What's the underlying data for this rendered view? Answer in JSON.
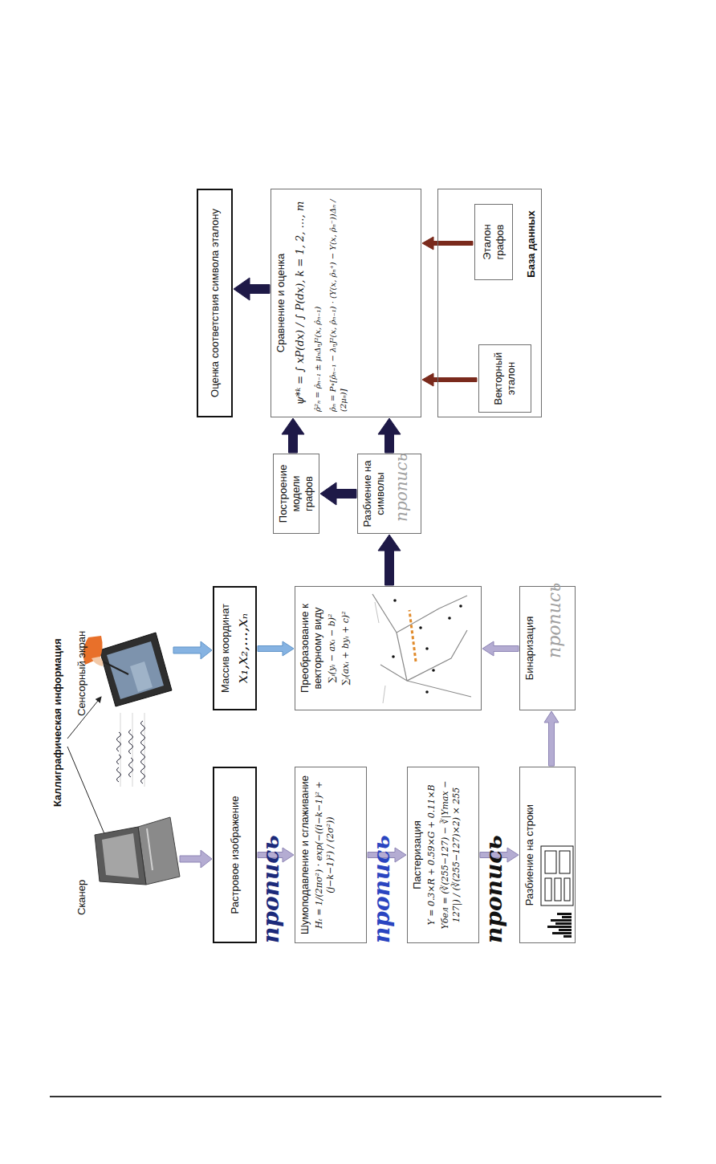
{
  "diagram": {
    "title": "Каллиграфическая информация",
    "nodes": [
      {
        "text": [
          "Растровое изображение"
        ]
      },
      {
        "text": [
          "Массив координат",
          "x₁,x₂,…,xₙ"
        ]
      },
      {
        "text": [
          "Шумоподавление и сглаживание",
          "Hₜ = 1/(2πσ²) · exp(−((i−k−1)² + (j−k−1)²) / (2σ²))"
        ]
      },
      {
        "text": [
          "Преобразование к векторному виду",
          "∑ᵢ(yᵢ − axᵢ − b)²",
          "∑ᵢ(axᵢ + byᵢ + c)²"
        ]
      },
      {
        "text": [
          "Пастеризация",
          "Y = 0.3×R + 0.59×G + 0.11×B",
          "Yбел = (∛(255−127) − ∛|Ymax − 127|) / (∛(255−127)×2) × 255"
        ]
      },
      {
        "text": [
          "Разбиение на строки"
        ]
      },
      {
        "text": [
          "Бинаризация"
        ]
      },
      {
        "text": [
          "Построение модели графов"
        ]
      },
      {
        "text": [
          "Разбиение на символы"
        ]
      },
      {
        "text": [
          "Сравнение и оценка",
          "ψ*ᵏ = ∫ xP(dx) / ∫ P(dx), k = 1, 2, …, m",
          "ρ̂²ₙ = ρ̂ₙ₋₁ ± μₙΔₙJ²(x, ρ̂ₙ₋₁)",
          "ρ̂ₙ = P∘[ρ̂ₙ₋₁ − λₙJ²(x, ρ̂ₙ₋₁) · (Y(x, ρ̂ₙ⁺) − Y(x, ρ̂ₙ⁻))Δₙ / (2μₙ)]"
        ]
      },
      {
        "text": [
          "Оценка соответствия символа эталону"
        ]
      },
      {
        "text": [
          "База данных"
        ]
      },
      {
        "text": [
          "Векторный эталон"
        ],
        "in": 11
      },
      {
        "text": [
          "Эталон графов"
        ],
        "in": 11
      }
    ],
    "edges": [
      {
        "from": 0,
        "to": 2,
        "arrow": "to"
      },
      {
        "from": 2,
        "to": 4,
        "arrow": "to"
      },
      {
        "from": 4,
        "to": 5,
        "arrow": "to"
      },
      {
        "from": 5,
        "to": 6,
        "arrow": "to"
      },
      {
        "from": 6,
        "to": 3,
        "arrow": "to"
      },
      {
        "from": 1,
        "to": 3,
        "arrow": "to"
      },
      {
        "from": 3,
        "to": 8,
        "arrow": "to"
      },
      {
        "from": 8,
        "to": 7,
        "arrow": "to"
      },
      {
        "from": 7,
        "to": 9,
        "arrow": "to"
      },
      {
        "from": 8,
        "to": 9,
        "arrow": "to"
      },
      {
        "from": 12,
        "to": 9,
        "arrow": "to"
      },
      {
        "from": 13,
        "to": 9,
        "arrow": "to"
      },
      {
        "from": 9,
        "to": 10,
        "arrow": "to"
      }
    ],
    "labels": [
      "Сканер",
      "Сенсорный экран",
      "пропись",
      "пропись",
      "пропись",
      "пропись",
      "пропись"
    ]
  }
}
